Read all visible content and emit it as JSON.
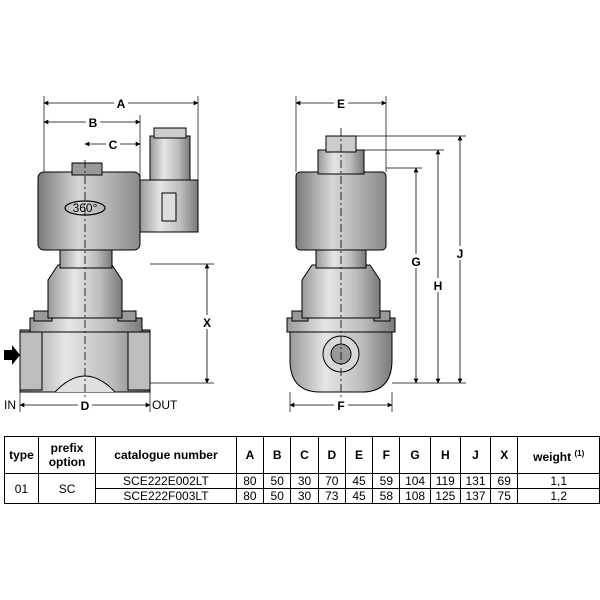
{
  "drawing": {
    "dims": {
      "A": "A",
      "B": "B",
      "C": "C",
      "D": "D",
      "E": "E",
      "F": "F",
      "G": "G",
      "H": "H",
      "J": "J",
      "X": "X"
    },
    "rotation_label": "360°",
    "port_in": "IN",
    "port_out": "OUT"
  },
  "table": {
    "headers": {
      "type": "type",
      "prefix": "prefix option",
      "catalogue": "catalogue number",
      "A": "A",
      "B": "B",
      "C": "C",
      "D": "D",
      "E": "E",
      "F": "F",
      "G": "G",
      "H": "H",
      "J": "J",
      "X": "X",
      "weight": "weight",
      "weight_note": "(1)"
    },
    "type": "01",
    "prefix": "SC",
    "rows": [
      {
        "catalogue": "SCE222E002LT",
        "A": "80",
        "B": "50",
        "C": "30",
        "D": "70",
        "E": "45",
        "F": "59",
        "G": "104",
        "H": "119",
        "J": "131",
        "X": "69",
        "weight": "1,1"
      },
      {
        "catalogue": "SCE222F003LT",
        "A": "80",
        "B": "50",
        "C": "30",
        "D": "73",
        "E": "45",
        "F": "58",
        "G": "108",
        "H": "125",
        "J": "137",
        "X": "75",
        "weight": "1,2"
      }
    ]
  }
}
